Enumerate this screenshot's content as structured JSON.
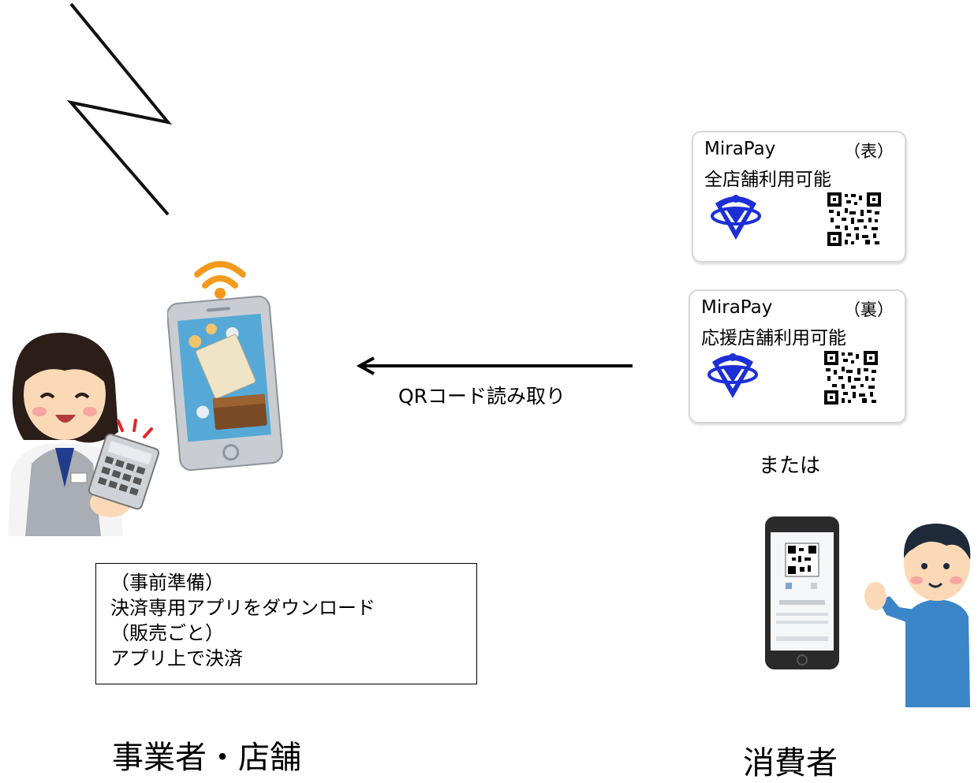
{
  "cards": [
    {
      "name": "MiraPay",
      "side": "（表）",
      "description": "全店舗利用可能"
    },
    {
      "name": "MiraPay",
      "side": "（裏）",
      "description": "応援店舗利用可能"
    }
  ],
  "arrow_label": "QRコード読み取り",
  "or_label": "または",
  "notes": {
    "line1": "（事前準備）",
    "line2": "決済専用アプリをダウンロード",
    "line3": "（販売ごと）",
    "line4": "アプリ上で決済"
  },
  "merchant_label": "事業者・店舗",
  "consumer_label": "消費者",
  "colors": {
    "logo_blue": "#1c2fd6",
    "wifi_orange": "#f39a1e",
    "shirt_blue": "#3a86c8"
  }
}
